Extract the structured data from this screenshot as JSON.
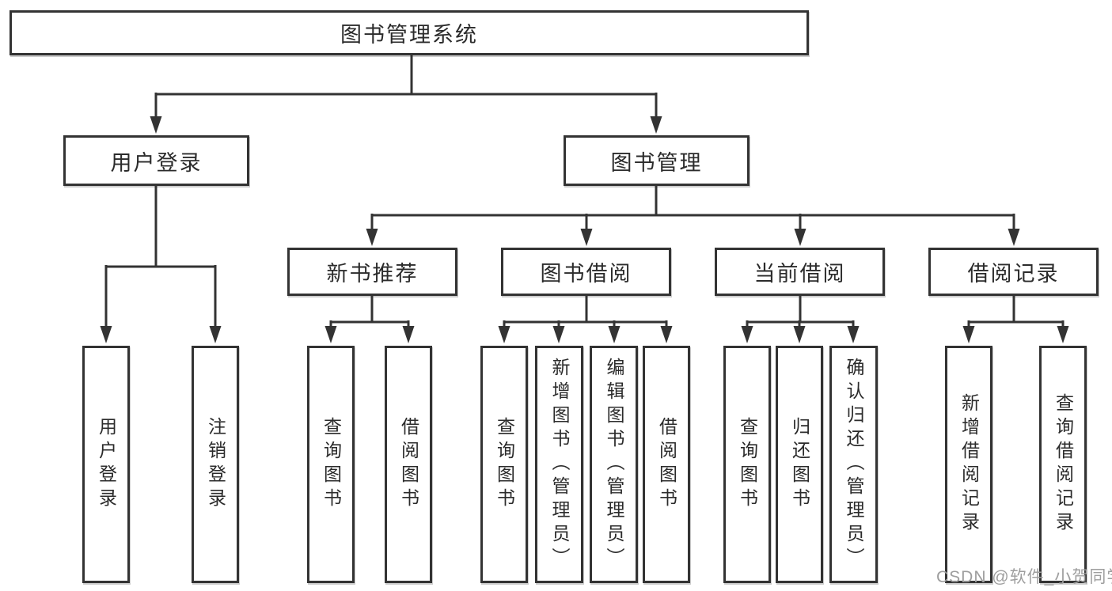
{
  "diagram_type": "hierarchy-tree",
  "tree": {
    "label": "图书管理系统",
    "children": [
      {
        "label": "用户登录",
        "children": [
          {
            "label": "用户登录"
          },
          {
            "label": "注销登录"
          }
        ]
      },
      {
        "label": "图书管理",
        "children": [
          {
            "label": "新书推荐",
            "children": [
              {
                "label": "查询图书"
              },
              {
                "label": "借阅图书"
              }
            ]
          },
          {
            "label": "图书借阅",
            "children": [
              {
                "label": "查询图书"
              },
              {
                "label": "新增图书（管理员）"
              },
              {
                "label": "编辑图书（管理员）"
              },
              {
                "label": "借阅图书"
              }
            ]
          },
          {
            "label": "当前借阅",
            "children": [
              {
                "label": "查询图书"
              },
              {
                "label": "归还图书"
              },
              {
                "label": "确认归还（管理员）"
              }
            ]
          },
          {
            "label": "借阅记录",
            "children": [
              {
                "label": "新增借阅记录"
              },
              {
                "label": "查询借阅记录"
              }
            ]
          }
        ]
      }
    ]
  },
  "watermark": {
    "text": "CSDN @软件_小贺同学"
  },
  "colors": {
    "line": "#333333",
    "text": "#2b2b2b",
    "box_bg": "#ffffff",
    "background": "#ffffff",
    "watermark": "#9e9e9e"
  }
}
